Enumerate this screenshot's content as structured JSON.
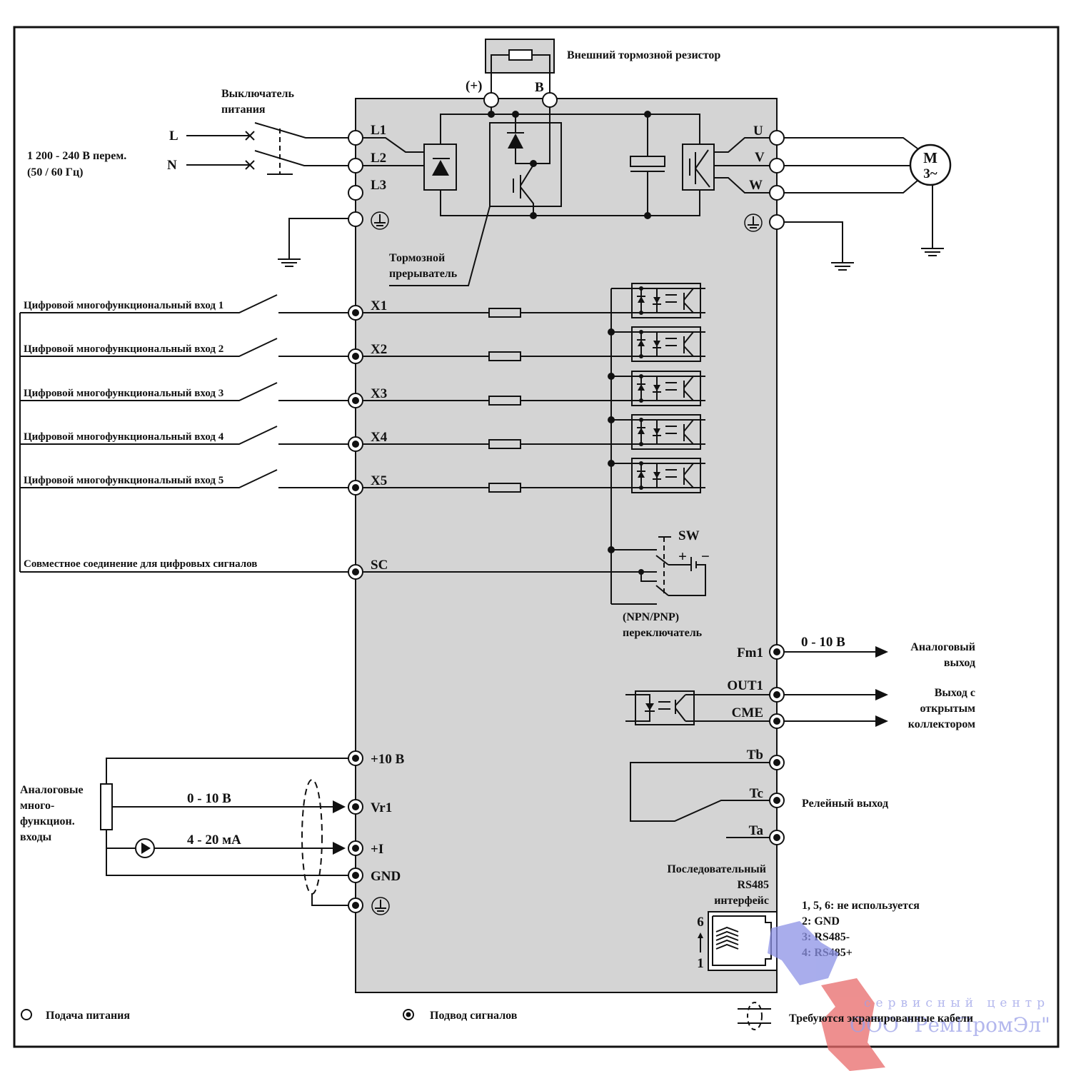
{
  "diagram": {
    "power_input": {
      "switch_label_line1": "Выключатель",
      "switch_label_line2": "питания",
      "supply_line1": "1 200 - 240 В перем.",
      "supply_line2": "(50 / 60 Гц)",
      "line_L": "L",
      "line_N": "N",
      "terminals": [
        "L1",
        "L2",
        "L3"
      ]
    },
    "brake": {
      "resistor_label": "Внешний тормозной резистор",
      "plus_terminal": "(+)",
      "b_terminal": "B",
      "chopper_line1": "Тормозной",
      "chopper_line2": "прерыватель"
    },
    "motor_output": {
      "terminals": [
        "U",
        "V",
        "W"
      ],
      "motor_line1": "M",
      "motor_line2": "3~"
    },
    "digital_inputs": {
      "items": [
        {
          "label": "Цифровой многофункциональный вход 1",
          "terminal": "X1"
        },
        {
          "label": "Цифровой многофункциональный вход 2",
          "terminal": "X2"
        },
        {
          "label": "Цифровой многофункциональный вход 3",
          "terminal": "X3"
        },
        {
          "label": "Цифровой многофункциональный вход 4",
          "terminal": "X4"
        },
        {
          "label": "Цифровой многофункциональный вход 5",
          "terminal": "X5"
        }
      ],
      "common_label": "Совместное соединение для цифровых сигналов",
      "common_terminal": "SC",
      "switch_name": "SW",
      "switch_plus": "+",
      "switch_minus": "−",
      "switch_caption_line1": "(NPN/PNP)",
      "switch_caption_line2": "переключатель"
    },
    "analog_inputs": {
      "label_lines": [
        "Аналоговые",
        "много-",
        "функцион.",
        "входы"
      ],
      "voltage_range": "0 - 10 В",
      "current_range": "4 - 20 мА",
      "terminals": [
        "+10 В",
        "Vr1",
        "+I",
        "GND"
      ]
    },
    "outputs": {
      "fm1_terminal": "Fm1",
      "fm1_range": "0 - 10 В",
      "analog_out_line1": "Аналоговый",
      "analog_out_line2": "выход",
      "out1_terminal": "OUT1",
      "cme_terminal": "CME",
      "oc_line1": "Выход с",
      "oc_line2": "открытым",
      "oc_line3": "коллектором",
      "relay_terminals": [
        "Tb",
        "Tc",
        "Ta"
      ],
      "relay_label": "Релейный выход"
    },
    "rs485": {
      "title_line1": "Последовательный",
      "title_line2": "RS485",
      "title_line3": "интерфейс",
      "pin_top": "6",
      "pin_bottom": "1",
      "pinout": [
        "1, 5, 6: не используется",
        "2: GND",
        "3: RS485-",
        "4: RS485+"
      ]
    },
    "legend": {
      "power_supply": "Подача питания",
      "signal": "Подвод сигналов",
      "shielded": "Требуются экранированные кабели"
    },
    "watermark": {
      "line1": "сервисный центр",
      "line2": "ООО \"РемПромЭл\""
    },
    "colors": {
      "drive_body": "#d4d4d4",
      "watermark_blue": "#8c92e6",
      "watermark_red": "#e86a6a"
    }
  }
}
